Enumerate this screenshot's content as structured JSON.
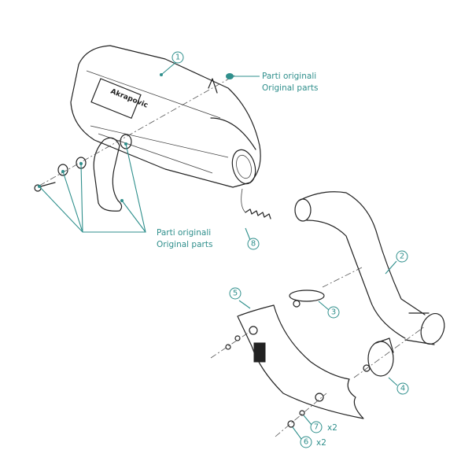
{
  "callouts": [
    {
      "number": "1",
      "part": "muffler"
    },
    {
      "number": "2",
      "part": "link-pipe"
    },
    {
      "number": "3",
      "part": "clamp-small"
    },
    {
      "number": "4",
      "part": "clamp-large"
    },
    {
      "number": "5",
      "part": "heat-shield"
    },
    {
      "number": "6",
      "part": "nut",
      "qty": "x2"
    },
    {
      "number": "7",
      "part": "washer",
      "qty": "x2"
    },
    {
      "number": "8",
      "part": "spring"
    }
  ],
  "notes": {
    "top": {
      "line1": "Parti originali",
      "line2": "Original parts"
    },
    "left": {
      "line1": "Parti originali",
      "line2": "Original parts"
    }
  },
  "colors": {
    "accent": "#2f8f8c",
    "line": "#222222"
  }
}
